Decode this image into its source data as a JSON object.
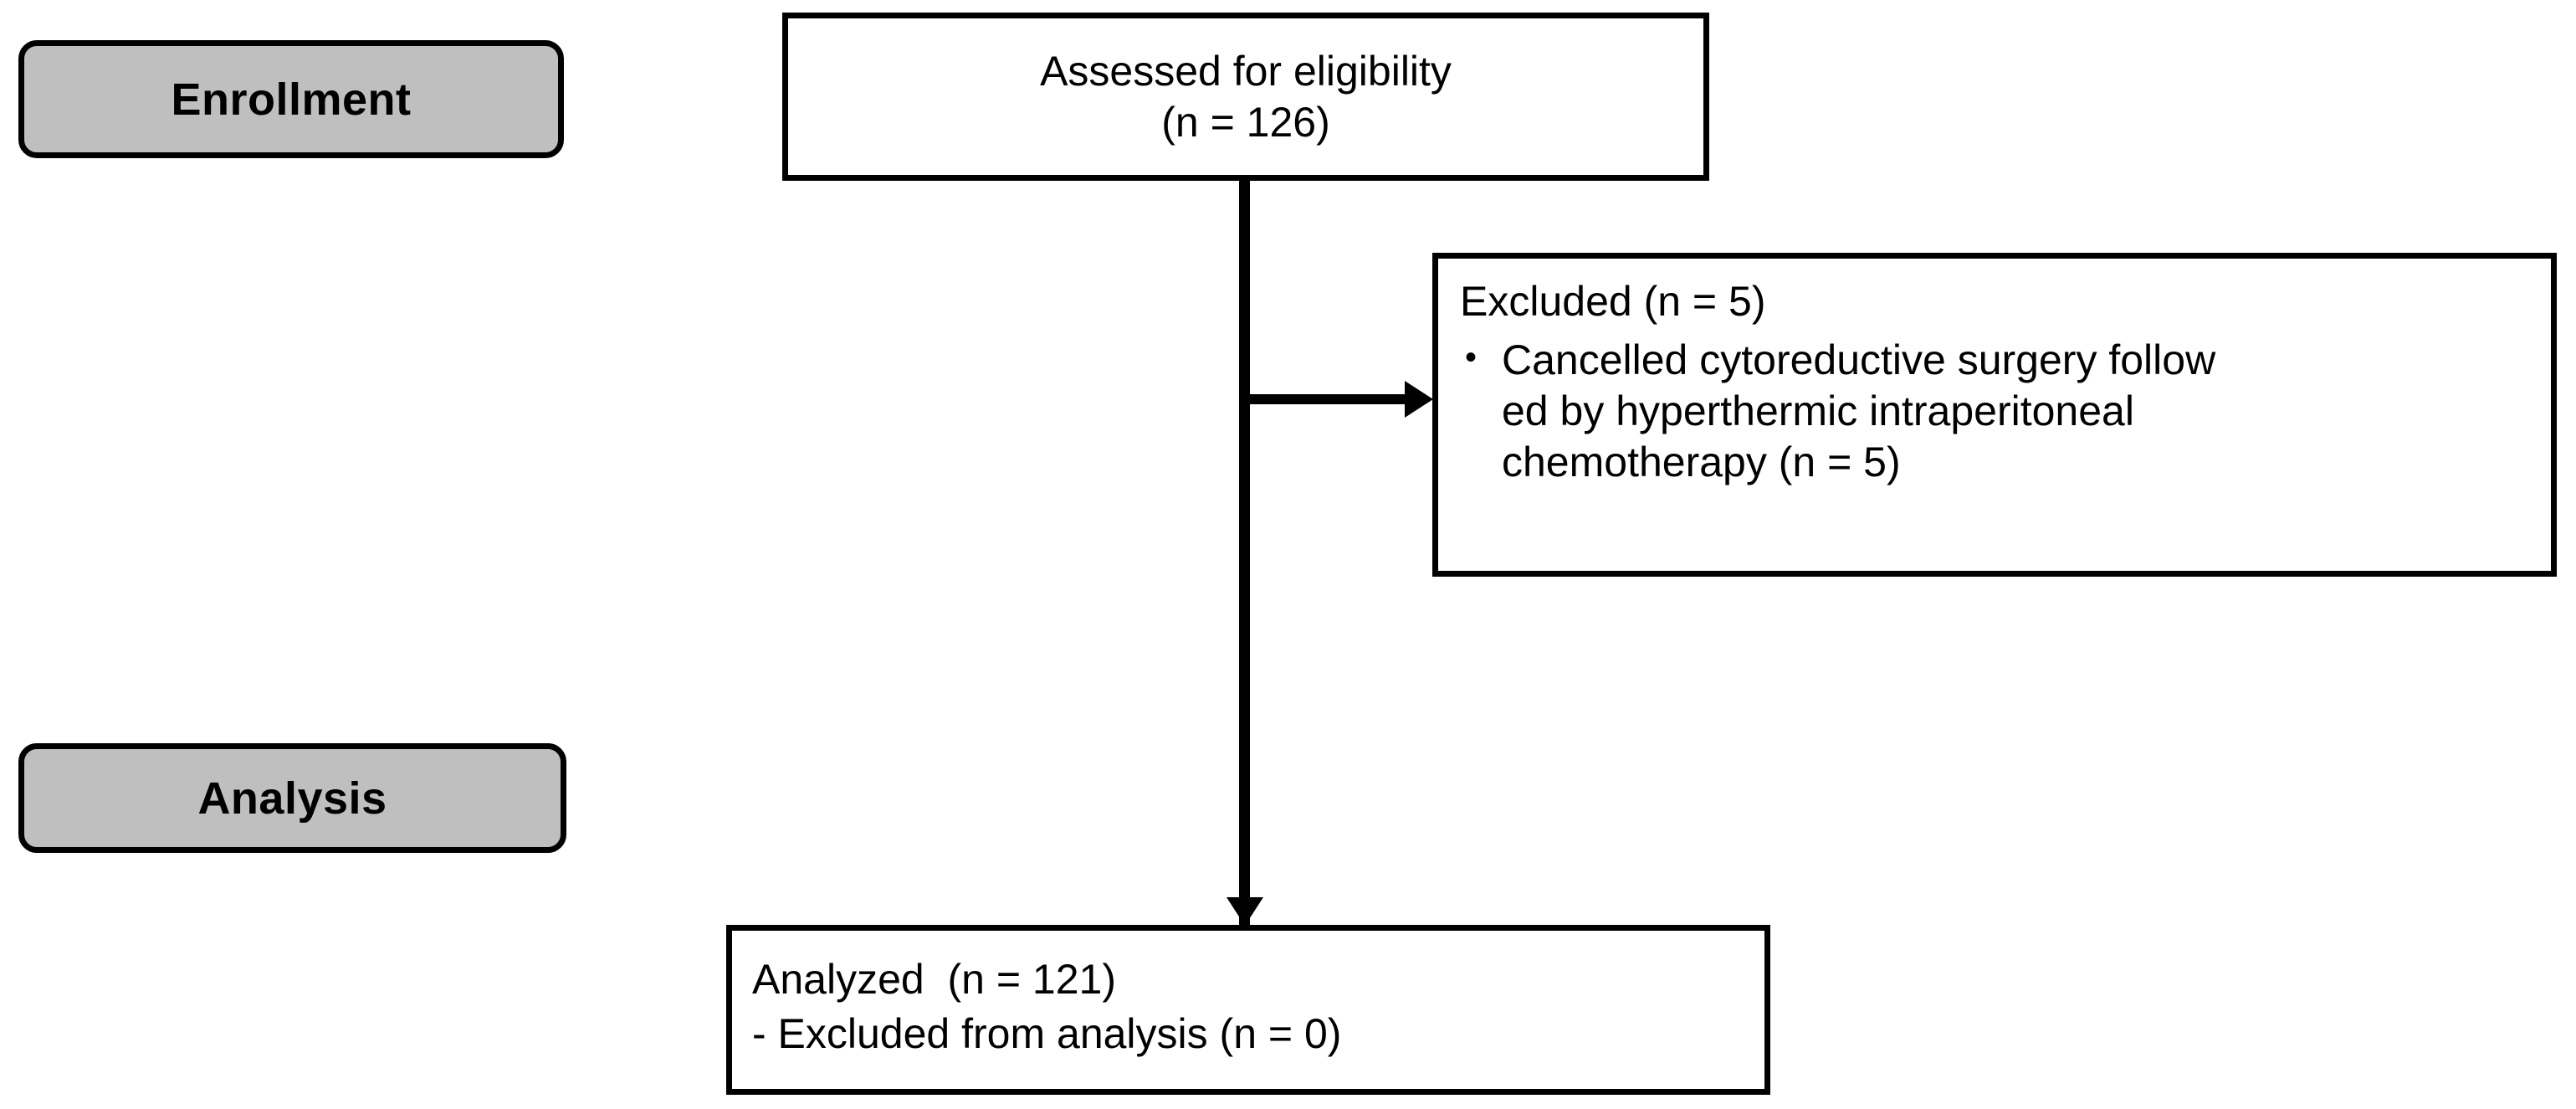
{
  "diagram": {
    "type": "consort-flow-diagram",
    "background_color": "#ffffff",
    "line_color": "#000000",
    "pill_fill_color": "#bfbfbf"
  },
  "stages": [
    {
      "id": "enrollment",
      "label": "Enrollment"
    },
    {
      "id": "analysis",
      "label": "Analysis"
    }
  ],
  "boxes": {
    "assessed": {
      "text": "Assessed for eligibility\n(n = 126)"
    },
    "excluded": {
      "heading": "Excluded (n = 5)",
      "bullet_glyph": "•",
      "bullet_text": "Cancelled cytoreductive  surgery follow\ned by hyperthermic  intraperitoneal\nchemotherapy  (n = 5)"
    },
    "analyzed": {
      "line1": "Analyzed  (n = 121)",
      "line2": "- Excluded from analysis (n = 0)"
    }
  },
  "connectors": [
    {
      "id": "assessed-to-analyzed",
      "direction": "down"
    },
    {
      "id": "assessed-to-excluded",
      "direction": "right"
    }
  ]
}
